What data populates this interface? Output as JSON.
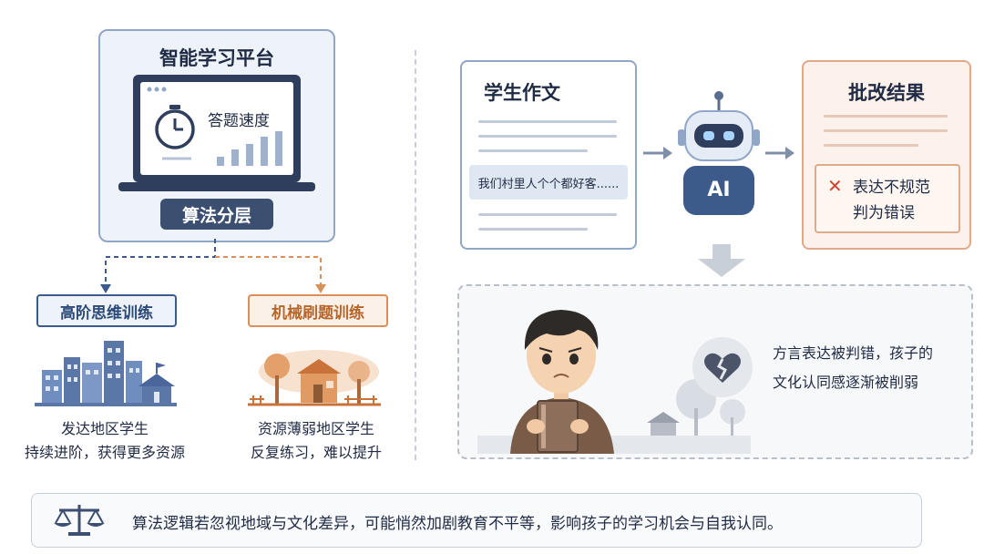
{
  "left": {
    "platform_title": "智能学习平台",
    "speed_label": "答题速度",
    "algo_label": "算法分层",
    "branches": [
      {
        "tag": "高阶思维训练",
        "group": "发达地区学生",
        "desc": "持续进阶，获得更多资源"
      },
      {
        "tag": "机械刷题训练",
        "group": "资源薄弱地区学生",
        "desc": "反复练习，难以提升"
      }
    ]
  },
  "right": {
    "essay_title": "学生作文",
    "essay_excerpt": "我们村里人个个都好客......",
    "ai_label": "AI",
    "result_title": "批改结果",
    "result_mark": "✕",
    "result_line1": "表达不规范",
    "result_line2": "判为错误",
    "outcome_line1": "方言表达被判错，孩子的",
    "outcome_line2": "文化认同感逐渐被削弱"
  },
  "footer": {
    "text": "算法逻辑若忽视地域与文化差异，可能悄然加剧教育不平等，影响孩子的学习机会与自我认同。"
  },
  "colors": {
    "navy": "#3c4f70",
    "blue_border": "#8fa6c7",
    "orange": "#d9905a",
    "red": "#d0452f"
  },
  "icons": [
    "stopwatch-icon",
    "bar-chart-icon",
    "city-buildings-icon",
    "village-house-icon",
    "robot-icon",
    "broken-heart-icon",
    "scales-icon",
    "arrow-right-icon",
    "arrow-down-icon"
  ]
}
